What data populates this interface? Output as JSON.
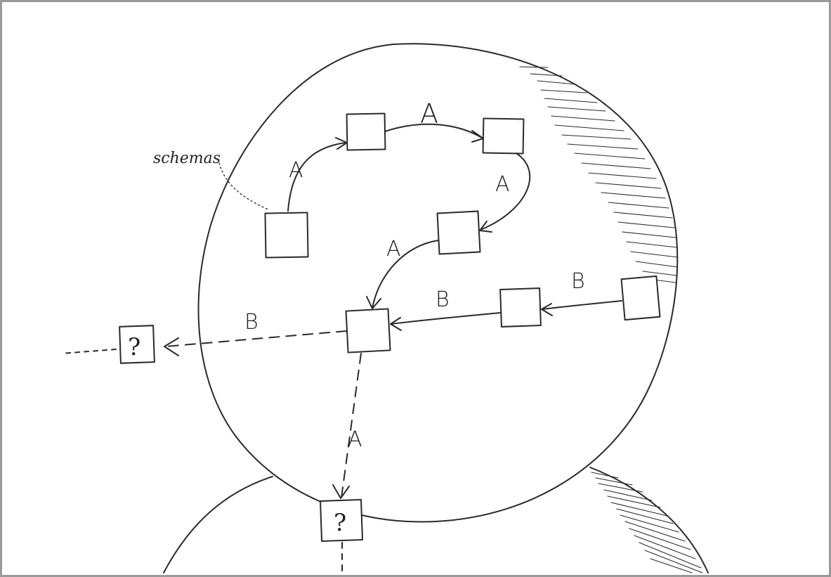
{
  "annotation": "schemas",
  "edge_labels": {
    "a_top": "A",
    "a_left": "A",
    "a_right": "A",
    "a_middle": "A",
    "a_down": "A",
    "b_right": "B",
    "b_middle": "B",
    "b_left": "B"
  },
  "unknown_nodes": {
    "left": "?",
    "bottom": "?"
  }
}
